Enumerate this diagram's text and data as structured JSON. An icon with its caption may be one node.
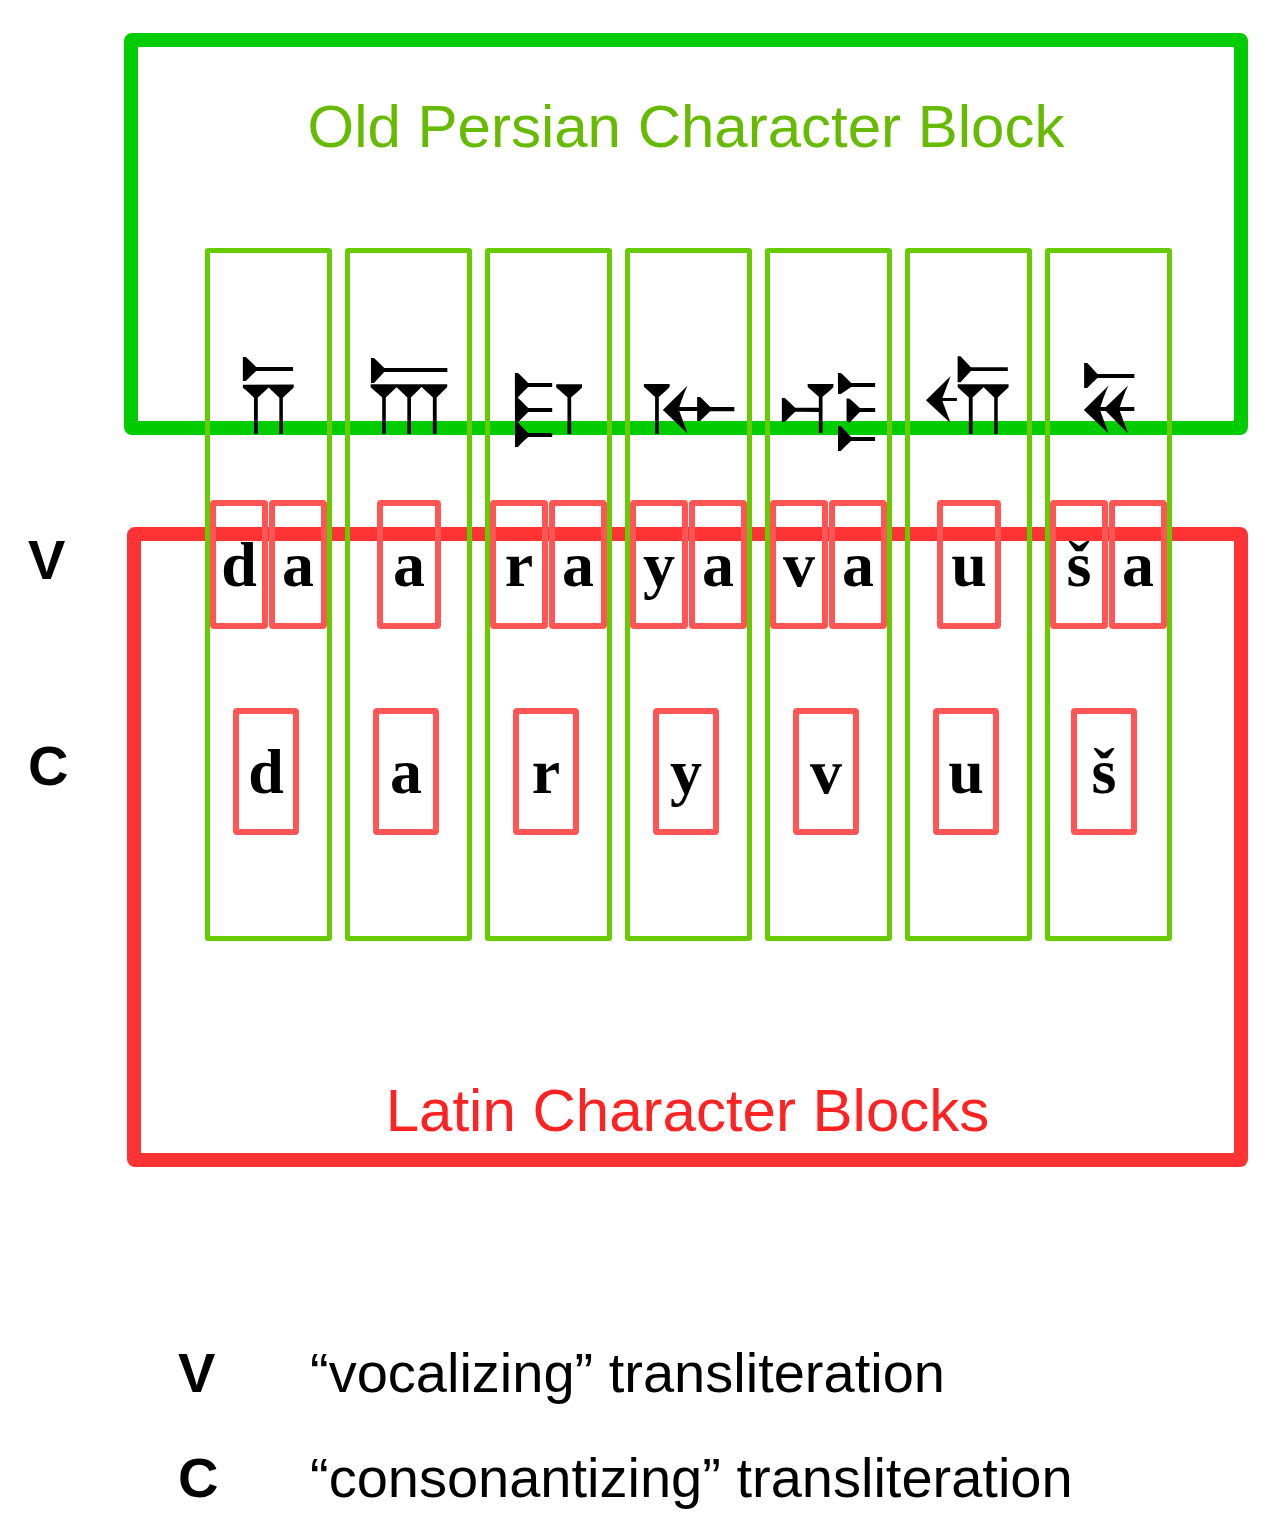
{
  "diagram": {
    "nodes": [
      {
        "text": [
          "Old Persian Character Block"
        ]
      },
      {
        "text": [
          "𐎭"
        ]
      },
      {
        "text": [
          "𐎠"
        ]
      },
      {
        "text": [
          "𐎼"
        ]
      },
      {
        "text": [
          "𐎹"
        ]
      },
      {
        "text": [
          "𐎺"
        ]
      },
      {
        "text": [
          "𐎢"
        ]
      },
      {
        "text": [
          "𐏁"
        ]
      },
      {
        "text": [
          "Latin Character Blocks"
        ]
      },
      {
        "text": [
          "d"
        ],
        "in": 1
      },
      {
        "text": [
          "a"
        ],
        "in": 1
      },
      {
        "text": [
          "a"
        ],
        "in": 2
      },
      {
        "text": [
          "r"
        ],
        "in": 3
      },
      {
        "text": [
          "a"
        ],
        "in": 3
      },
      {
        "text": [
          "y"
        ],
        "in": 4
      },
      {
        "text": [
          "a"
        ],
        "in": 4
      },
      {
        "text": [
          "v"
        ],
        "in": 5
      },
      {
        "text": [
          "a"
        ],
        "in": 5
      },
      {
        "text": [
          "u"
        ],
        "in": 6
      },
      {
        "text": [
          "š"
        ],
        "in": 7
      },
      {
        "text": [
          "a"
        ],
        "in": 7
      },
      {
        "text": [
          "d"
        ]
      },
      {
        "text": [
          "a"
        ]
      },
      {
        "text": [
          "r"
        ]
      },
      {
        "text": [
          "y"
        ]
      },
      {
        "text": [
          "v"
        ]
      },
      {
        "text": [
          "u"
        ]
      },
      {
        "text": [
          "š"
        ]
      }
    ],
    "labels": [
      "V",
      "C",
      "V",
      "“vocalizing” transliteration",
      "C",
      "“consonantizing” transliteration"
    ]
  }
}
